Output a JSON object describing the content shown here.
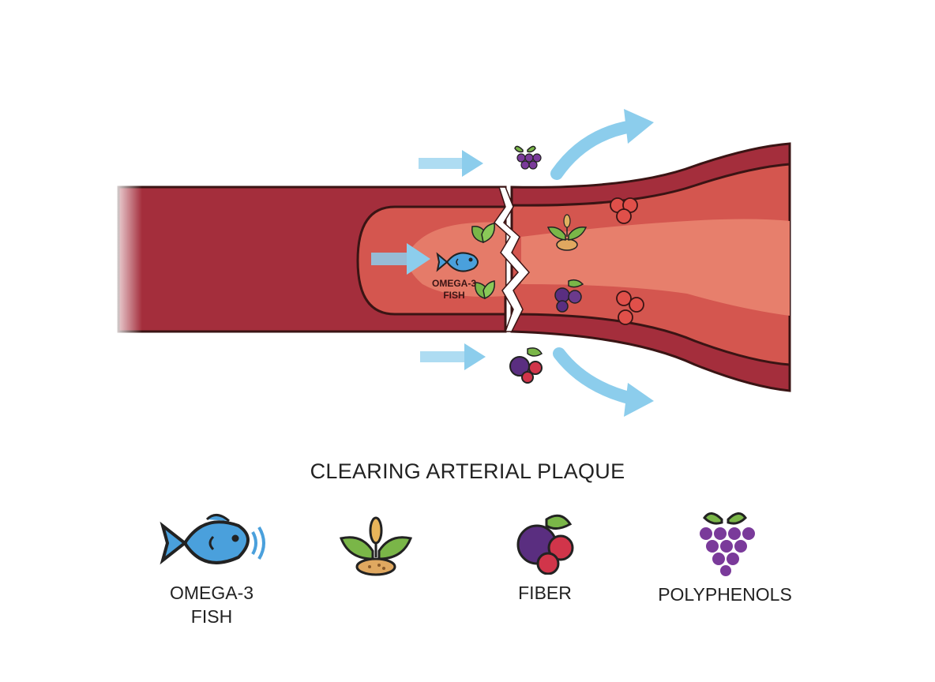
{
  "title": "CLEARING ARTERIAL PLAQUE",
  "inner_label": "OMEGA-3\nFISH",
  "legend": [
    {
      "label": "OMEGA-3\nFISH",
      "icon": "fish-icon"
    },
    {
      "label": "",
      "icon": "seed-leaves-icon"
    },
    {
      "label": "FIBER",
      "icon": "berries-icon"
    },
    {
      "label": "POLYPHENOLS",
      "icon": "grapes-icon"
    }
  ],
  "colors": {
    "artery_wall": "#a42e3c",
    "artery_inner": "#d4564f",
    "blood_flow": "#e77f6c",
    "arrow": "#8ccdec",
    "fish": "#4aa0dc",
    "leaf": "#7ab648",
    "berry_purple": "#6b3a8c",
    "berry_red": "#d1354a"
  }
}
